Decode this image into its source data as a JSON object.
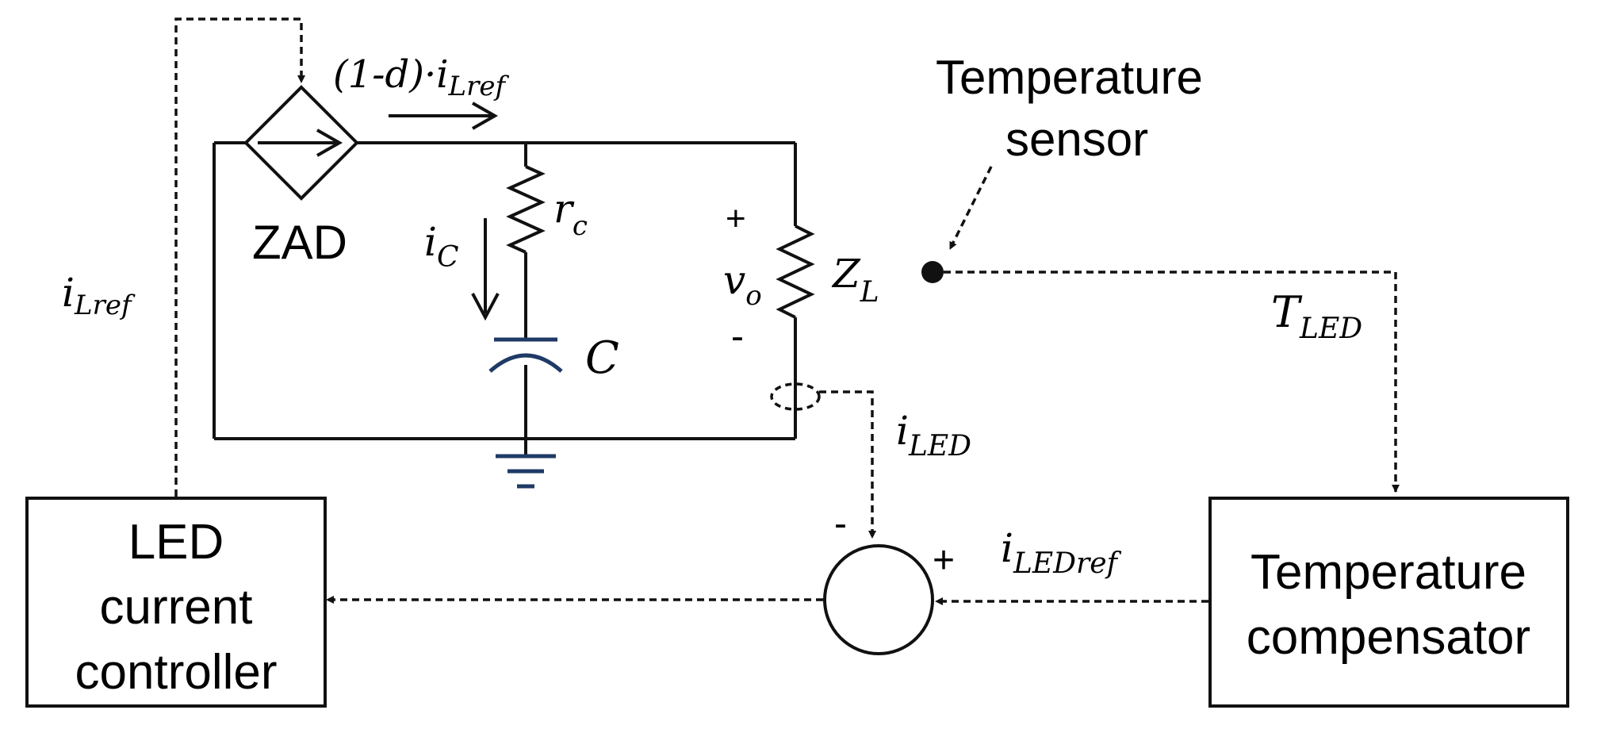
{
  "labels": {
    "zad": "ZAD",
    "temperature_sensor_line1": "Temperature",
    "temperature_sensor_line2": "sensor",
    "v_plus": "+",
    "v_minus": "-",
    "sum_minus": "-",
    "sum_plus": "+",
    "led_controller_line1": "LED",
    "led_controller_line2": "current",
    "led_controller_line3": "controller",
    "temp_comp_line1": "Temperature",
    "temp_comp_line2": "compensator"
  },
  "math": {
    "source_current_prefix": "(1-d)·i",
    "source_current_sub": "Lref",
    "i_lref_main": "i",
    "i_lref_sub": "Lref",
    "ic_main": "i",
    "ic_sub": "C",
    "rc_main": "r",
    "rc_sub": "c",
    "cap": "C",
    "vo_main": "v",
    "vo_sub": "o",
    "zl_main": "Z",
    "zl_sub": "L",
    "tled_main": "T",
    "tled_sub": "LED",
    "iled_main": "i",
    "iled_sub": "LED",
    "iledref_main": "i",
    "iledref_sub": "LEDref"
  },
  "colors": {
    "line": "#111111",
    "capacitor": "#1f3a66"
  }
}
